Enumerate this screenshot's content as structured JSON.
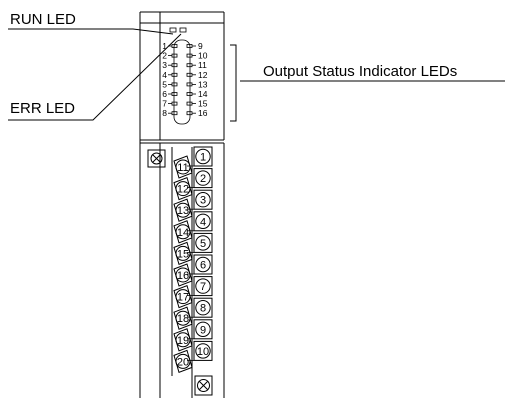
{
  "labels": {
    "run_led": "RUN LED",
    "err_led": "ERR LED",
    "output_status": "Output Status Indicator LEDs"
  },
  "status_leds": {
    "left": [
      "1",
      "2",
      "3",
      "4",
      "5",
      "6",
      "7",
      "8"
    ],
    "right": [
      "9",
      "10",
      "11",
      "12",
      "13",
      "14",
      "15",
      "16"
    ]
  },
  "terminals": {
    "right_column": [
      "1",
      "2",
      "3",
      "4",
      "5",
      "6",
      "7",
      "8",
      "9",
      "10"
    ],
    "left_column": [
      "11",
      "12",
      "13",
      "14",
      "15",
      "16",
      "17",
      "18",
      "19",
      "20"
    ]
  },
  "icons": {
    "mounting_screw": "screw-icon",
    "right_bottom_screw": "screw-icon"
  },
  "colors": {
    "line": "#000000",
    "background": "#ffffff"
  }
}
